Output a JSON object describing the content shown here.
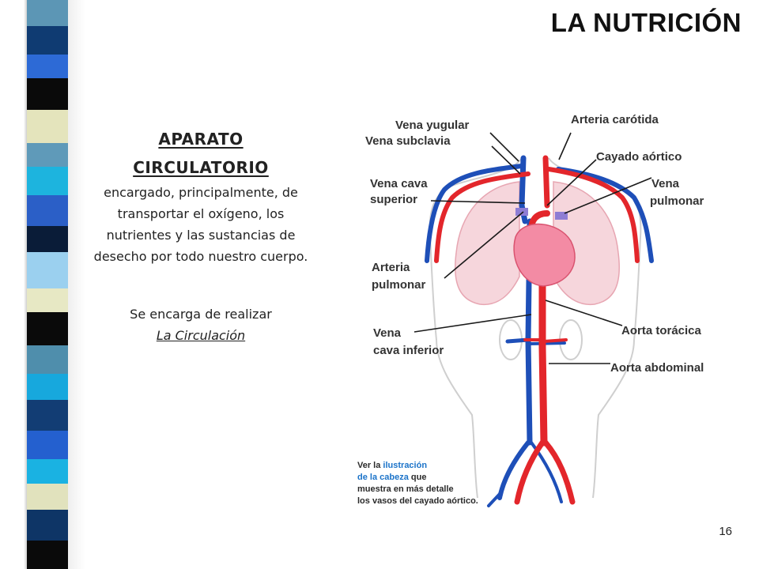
{
  "slide": {
    "title": "LA NUTRICIÓN",
    "page_number": "16"
  },
  "text": {
    "heading_line1": "APARATO",
    "heading_line2": "CIRCULATORIO",
    "description": "encargado, principalmente, de transportar el oxígeno, los nutrientes y las sustancias de desecho por todo nuestro cuerpo.",
    "task_prefix": "Se encarga de realizar",
    "task_link": "La Circulación"
  },
  "diagram": {
    "labels": {
      "vena_yugular": "Vena yugular",
      "vena_subclavia": "Vena subclavia",
      "vena_cava_superior_1": "Vena cava",
      "vena_cava_superior_2": "superior",
      "arteria_pulmonar_1": "Arteria",
      "arteria_pulmonar_2": "pulmonar",
      "vena_cava_inferior_1": "Vena",
      "vena_cava_inferior_2": "cava inferior",
      "arteria_carotida": "Arteria carótida",
      "cayado_aortico": "Cayado aórtico",
      "vena_pulmonar_1": "Vena",
      "vena_pulmonar_2": "pulmonar",
      "aorta_toracica": "Aorta torácica",
      "aorta_abdominal": "Aorta abdominal"
    },
    "note": {
      "line1_a": "Ver la ",
      "line1_b": "ilustración",
      "line2_a": "de la cabeza",
      "line2_b": " que",
      "line3": "muestra en más detalle",
      "line4": "los vasos del cayado aórtico."
    }
  },
  "colors": {
    "artery": "#e3262b",
    "vein": "#1e4fb8",
    "lung": "#f6d6dc",
    "heart": "#f38ba4",
    "stripe": [
      "#5c96b5",
      "#0f3b72",
      "#2d6ad6",
      "#0a0a0a",
      "#e4e4bc",
      "#5f9ab9",
      "#1db4de",
      "#2b5fc7",
      "#0a1c38",
      "#9bd0ef",
      "#e7e8c4",
      "#0a0a0a",
      "#4f8eac",
      "#17a8dd",
      "#123d74",
      "#2460cf",
      "#1ab2e2",
      "#e1e2bd",
      "#0e3566",
      "#0a0a0a"
    ]
  }
}
